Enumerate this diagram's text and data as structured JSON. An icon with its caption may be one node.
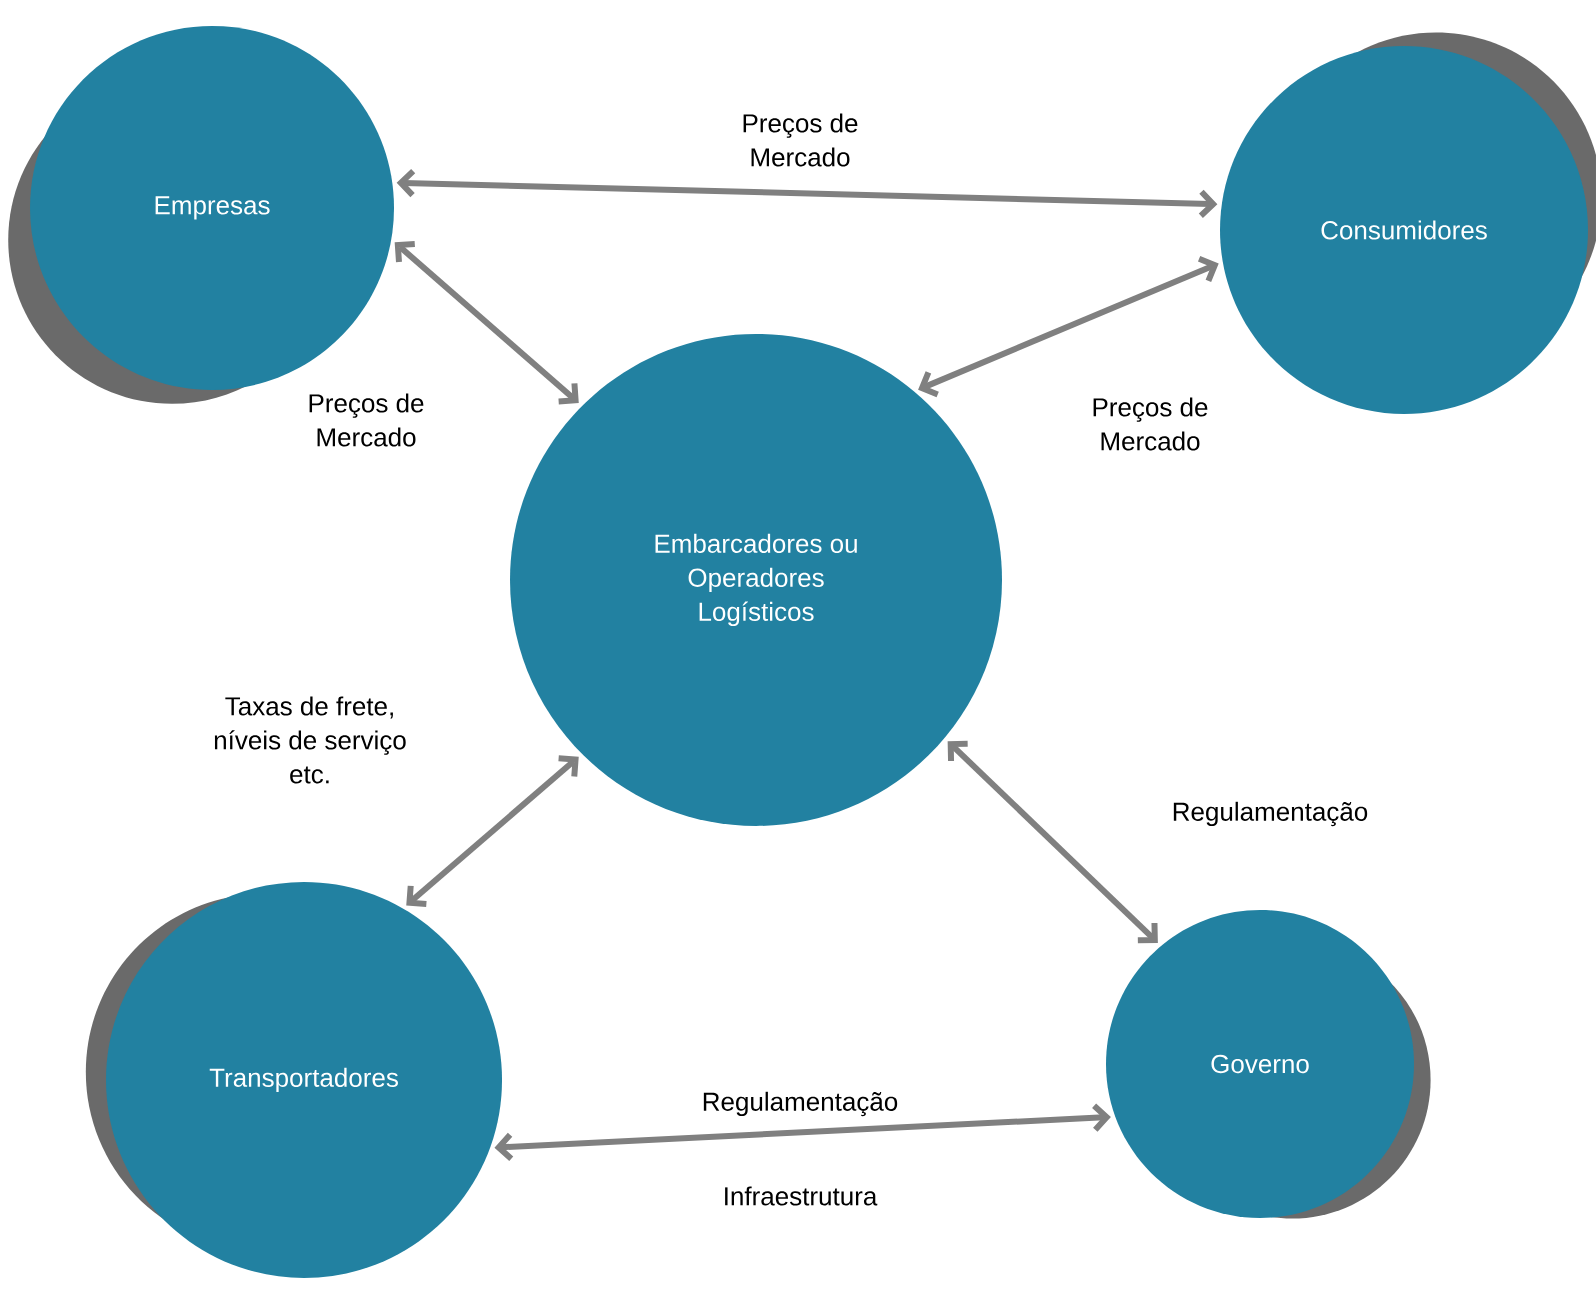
{
  "diagram": {
    "nodes": [
      {
        "text": [
          "Empresas"
        ]
      },
      {
        "text": [
          "Consumidores"
        ]
      },
      {
        "text": [
          "Embarcadores ou Operadores Logísticos"
        ]
      },
      {
        "text": [
          "Transportadores"
        ]
      },
      {
        "text": [
          "Governo"
        ]
      }
    ],
    "edges": [
      {
        "from": 0,
        "to": 1,
        "arrow": "both",
        "label": "Preços de Mercado"
      },
      {
        "from": 0,
        "to": 2,
        "arrow": "both",
        "label": "Preços de Mercado"
      },
      {
        "from": 1,
        "to": 2,
        "arrow": "both",
        "label": "Preços de Mercado"
      },
      {
        "from": 2,
        "to": 3,
        "arrow": "both",
        "label": "Taxas de frete, níveis de serviço etc."
      },
      {
        "from": 2,
        "to": 4,
        "arrow": "both",
        "label": "Regulamentação"
      },
      {
        "from": 3,
        "to": 4,
        "arrow": "both",
        "label": "Regulamentação"
      }
    ],
    "labels": [
      "Infraestrutura"
    ]
  }
}
